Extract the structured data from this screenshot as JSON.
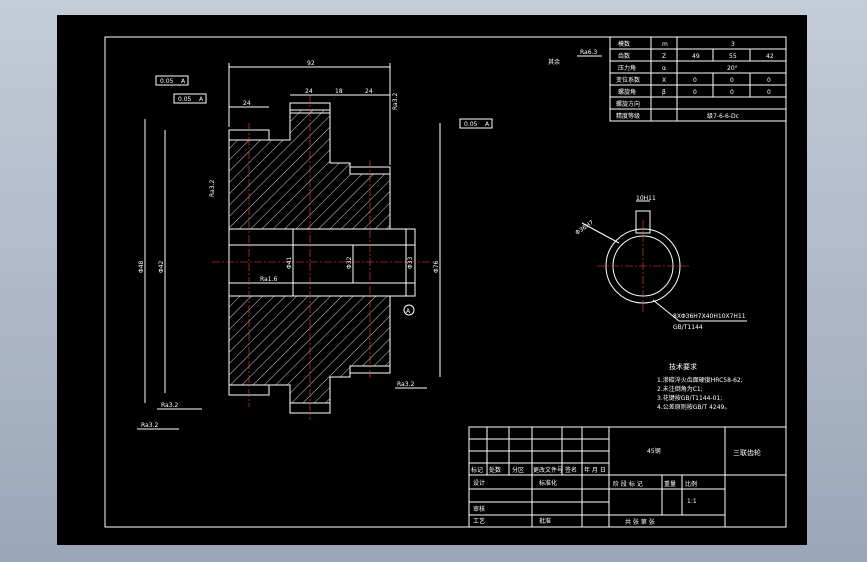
{
  "param_table": {
    "rows": [
      {
        "label": "模数",
        "sym": "m",
        "v1": "3",
        "v2": "",
        "v3": ""
      },
      {
        "label": "齿数",
        "sym": "Z",
        "v1": "49",
        "v2": "55",
        "v3": "42"
      },
      {
        "label": "压力角",
        "sym": "α",
        "v1": "20°",
        "v2": "",
        "v3": ""
      },
      {
        "label": "变位系数",
        "sym": "X",
        "v1": "0",
        "v2": "0",
        "v3": "0"
      },
      {
        "label": "螺旋角",
        "sym": "β",
        "v1": "0",
        "v2": "0",
        "v3": "0"
      },
      {
        "label": "螺旋方向",
        "sym": "",
        "v1": "",
        "v2": "",
        "v3": ""
      },
      {
        "label": "精度等级",
        "sym": "",
        "v1": "级7-6-6-Dc",
        "v2": "",
        "v3": ""
      }
    ]
  },
  "roughness_rest": {
    "label": "其余",
    "value": "Ra6.3"
  },
  "tolerances": {
    "t1": "0.05",
    "t1_ref": "A",
    "t2": "0.05",
    "t2_ref": "A",
    "t3": "0.05",
    "t3_ref": "A"
  },
  "dims": {
    "overall": "92",
    "d24a": "24",
    "d24b": "24",
    "d18": "18",
    "d24c": "24",
    "dia_left1": "Φ48",
    "dia_left2": "Φ42",
    "dia_mid1": "Φ41",
    "dia_mid2": "Φ32",
    "dia_bore": "Φ33",
    "dia_right": "Φ76",
    "ra_top": "Ra3.2",
    "ra_left": "Ra3.2",
    "ra_bore": "Ra1.6",
    "ra_bl1": "Ra3.2",
    "ra_bl2": "Ra3.2",
    "ra_br": "Ra3.2",
    "datum": "A"
  },
  "section": {
    "keyway": "10H11",
    "spline_dim": "Φ36H7",
    "callout_l1": "8XΦ36H7X40H10X7H11",
    "callout_l2": "GB/T1144"
  },
  "tech_req": {
    "title": "技术要求",
    "items": [
      "1.渗碳淬火齿面硬度HRC58-62;",
      "2.未注倒角为C1;",
      "3.花键按GB/T1144-01;",
      "4.公差原则按GB/T 4249。"
    ]
  },
  "title_block": {
    "material": "45钢",
    "part_name": "三联齿轮",
    "labels": {
      "mark": "标记",
      "count": "处数",
      "zone": "分区",
      "doc": "更改文件号",
      "sign": "签名",
      "date": "年 月 日",
      "design": "设计",
      "std": "标准化",
      "review": "审核",
      "process": "工艺",
      "approve": "批准",
      "stage": "阶 段 标 记",
      "weight": "重量",
      "scale": "比例",
      "sheets": "共   张   第   张"
    },
    "scale_value": "1:1"
  }
}
